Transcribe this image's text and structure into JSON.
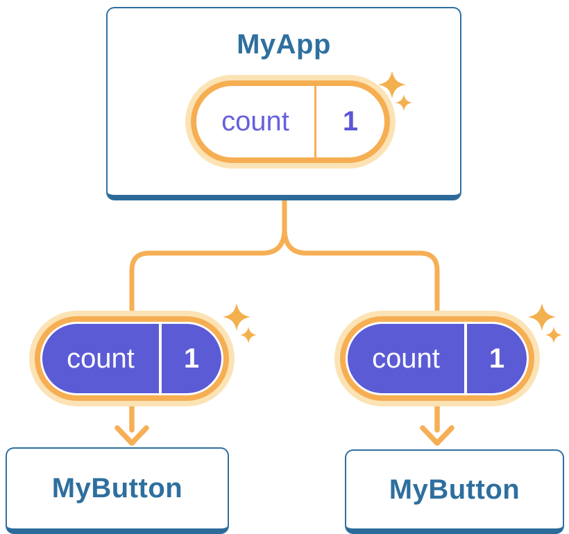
{
  "tree": {
    "root": {
      "title": "MyApp",
      "pill": {
        "label": "count",
        "value": "1",
        "kind": "state"
      }
    },
    "children": [
      {
        "title": "MyButton",
        "pill": {
          "label": "count",
          "value": "1",
          "kind": "prop"
        }
      },
      {
        "title": "MyButton",
        "pill": {
          "label": "count",
          "value": "1",
          "kind": "prop"
        }
      }
    ]
  },
  "icons": {
    "sparkle": "sparkle-icon"
  },
  "colors": {
    "background": "#FFFFFF",
    "card_border": "#2E6F9E",
    "card_bottom_edge": "#2C6B99",
    "card_text": "#2E6F9E",
    "pill_ring": "#F6AE53",
    "pill_halo": "#FCE3B5",
    "state_pill_fill": "#FFFFFF",
    "state_pill_text": "#6660DB",
    "prop_pill_fill": "#5C5BD6",
    "prop_pill_text": "#FFFFFF",
    "connector": "#F6AF55",
    "sparkle": "#F3B04F"
  }
}
